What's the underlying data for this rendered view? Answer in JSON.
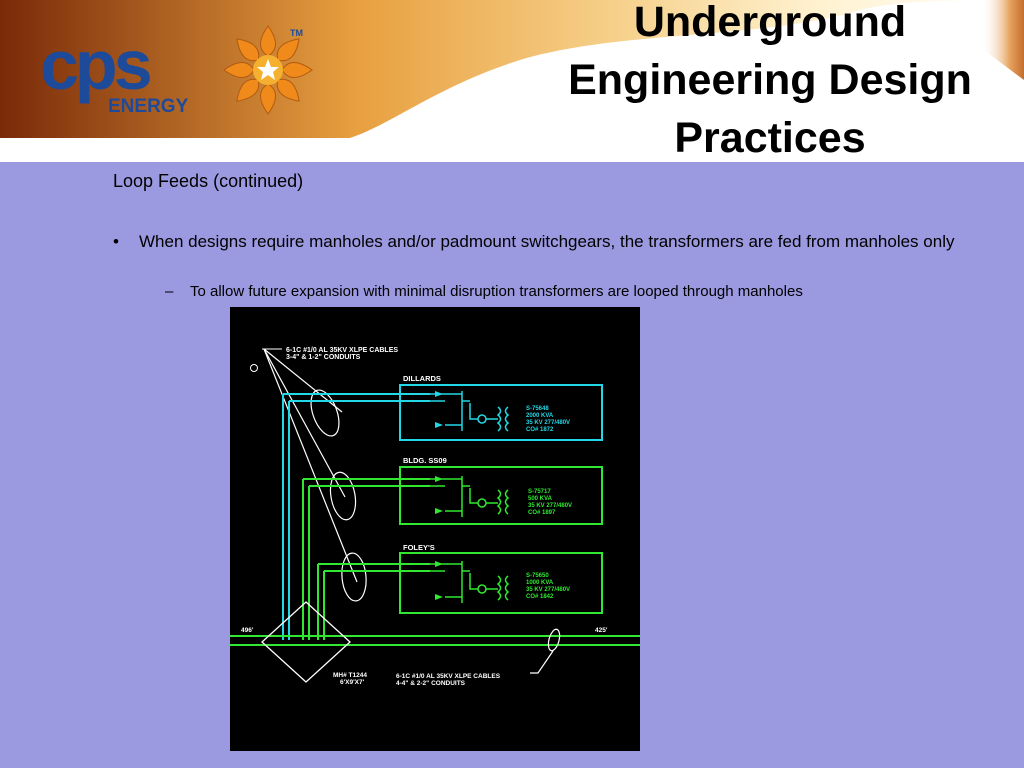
{
  "header": {
    "logo_text": "cps",
    "logo_sub": "ENERGY",
    "logo_tm": "TM",
    "title_line1": "Underground",
    "title_line2": "Engineering Design",
    "title_line3": "Practices"
  },
  "content": {
    "subtitle": "Loop Feeds (continued)",
    "bullet1": "When designs require manholes and/or padmount switchgears, the transformers are fed from manholes only",
    "bullet2": "To allow future expansion with minimal disruption transformers are looped through manholes"
  },
  "diagram": {
    "top_label1": "6-1C #1/0 AL 35KV XLPE CABLES",
    "top_label2": "3-4\" & 1-2\" CONDUITS",
    "sections": [
      {
        "name": "DILLARDS",
        "l1": "S-75648",
        "l2": "2000 KVA",
        "l3": "35 KV 277/480V",
        "l4": "CO# 1872",
        "color": "#22d8e6"
      },
      {
        "name": "BLDG. SS09",
        "l1": "S-75717",
        "l2": "500 KVA",
        "l3": "35 KV 277/480V",
        "l4": "CO# 1897",
        "color": "#2fe82f"
      },
      {
        "name": "FOLEY'S",
        "l1": "S-75650",
        "l2": "1000 KVA",
        "l3": "35 KV 277/480V",
        "l4": "CO# 1842",
        "color": "#2fe82f"
      }
    ],
    "left_dim": "496'",
    "right_dim": "425'",
    "manhole1": "MH# T1244",
    "manhole2": "6'X9'X7'",
    "bottom_label1": "6-1C #1/0 AL 35KV XLPE CABLES",
    "bottom_label2": "4-4\" & 2-2\" CONDUITS",
    "colors": {
      "cyan": "#22d8e6",
      "green": "#2fe82f",
      "white": "#ffffff"
    }
  }
}
